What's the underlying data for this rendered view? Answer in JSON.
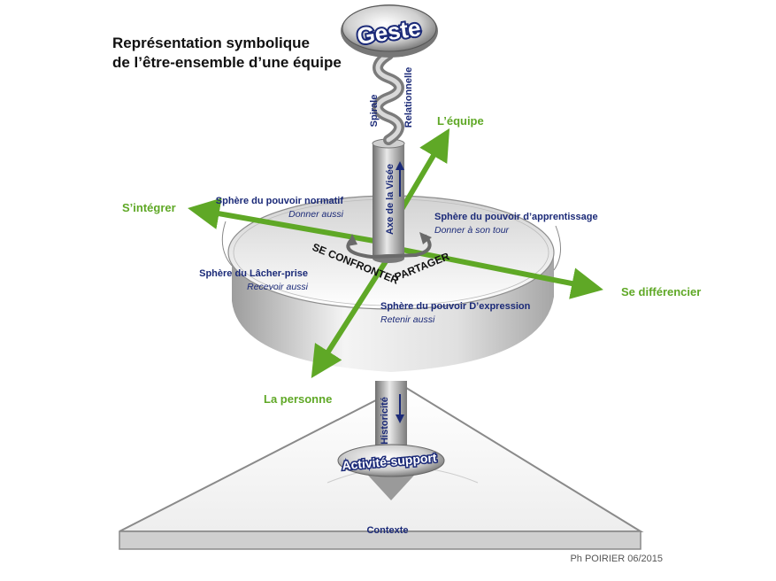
{
  "title": {
    "line1": "Représentation symbolique",
    "line2": "de l’être-ensemble d’une équipe"
  },
  "top_disc": "Geste",
  "spiral": {
    "left": "Spirale",
    "right": "Relationnelle"
  },
  "axis_vise": "Axe de la Visée",
  "axes": {
    "equipe": "L’équipe",
    "integrer": "S’intégrer",
    "differencier": "Se différencier",
    "personne": "La personne"
  },
  "spheres": {
    "normatif": {
      "title": "Sphère du pouvoir normatif",
      "sub": "Donner aussi"
    },
    "apprentissage": {
      "title": "Sphère du pouvoir d’apprentissage",
      "sub": "Donner à son tour"
    },
    "lacher": {
      "title": "Sphère du Lâcher-prise",
      "sub": "Recevoir aussi"
    },
    "expression": {
      "title": "Sphère du pouvoir D’expression",
      "sub": "Retenir aussi"
    }
  },
  "rotation": {
    "left": "SE CONFRONTER",
    "right": "PARTAGER"
  },
  "historicite": "Historicité",
  "activite": "Activité-support",
  "contexte": "Contexte",
  "credit": "Ph POIRIER 06/2015",
  "colors": {
    "green": "#5fa826",
    "navy": "#1b2a78",
    "grey": "#9a9a9a"
  },
  "icons": [
    "spiral-shape",
    "rotation-arrow-icon",
    "up-arrow-icon",
    "down-arrow-icon"
  ]
}
